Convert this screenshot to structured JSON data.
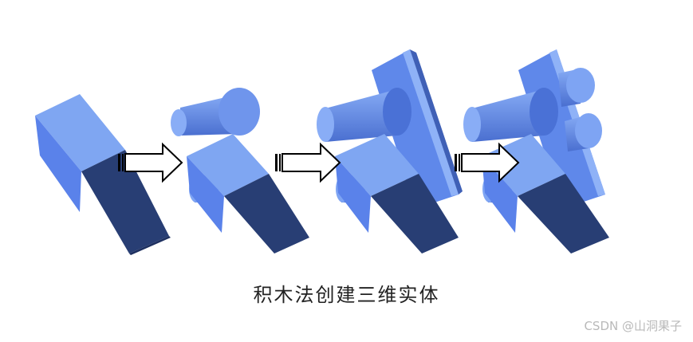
{
  "figure": {
    "caption": "积木法创建三维实体",
    "steps": [
      {
        "name": "base-block"
      },
      {
        "name": "add-cylinders"
      },
      {
        "name": "add-angled-plate"
      },
      {
        "name": "add-plate-bosses"
      }
    ],
    "colors": {
      "top": "#7fa6f2",
      "side": "#5a82ea",
      "dark": "#283e74",
      "arrow_fill": "#ffffff",
      "arrow_stroke": "#000000"
    }
  },
  "watermark": {
    "text": "CSDN @山洞果子"
  }
}
